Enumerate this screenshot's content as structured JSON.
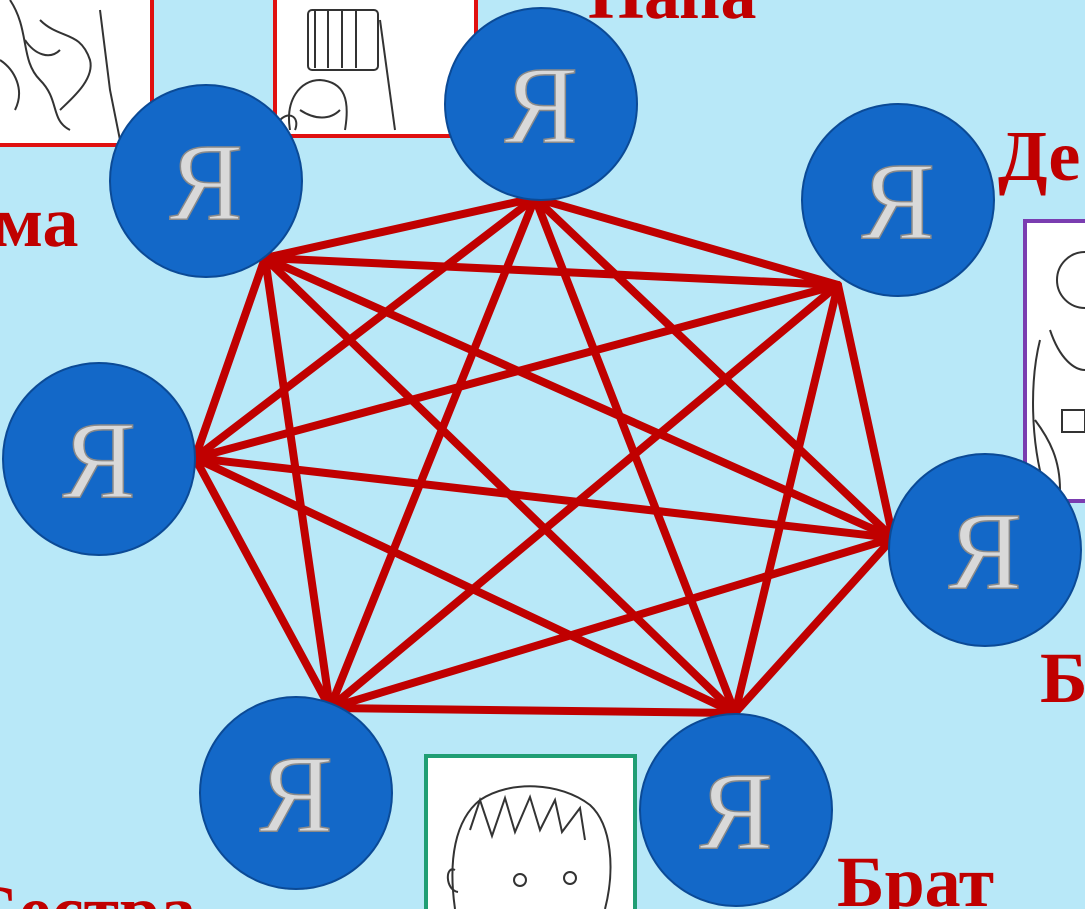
{
  "node_text": "Я",
  "labels": {
    "mama": "ма",
    "papa": "Папа",
    "dedushka": "Де",
    "babushka": "Б",
    "brat": "Брат",
    "sestra": "Сестра"
  },
  "colors": {
    "background": "#b8e8f8",
    "node_fill": "#1368c8",
    "node_stroke": "#0b4a96",
    "edge": "#c00000",
    "label": "#c00000",
    "frame_red": "#e01010",
    "frame_purple": "#7a3db0",
    "frame_green": "#1f9e74"
  },
  "nodes": [
    {
      "id": "mama"
    },
    {
      "id": "papa"
    },
    {
      "id": "dedushka"
    },
    {
      "id": "babushka"
    },
    {
      "id": "brat"
    },
    {
      "id": "sestra"
    },
    {
      "id": "self-left"
    }
  ],
  "edges": "all-pairs"
}
